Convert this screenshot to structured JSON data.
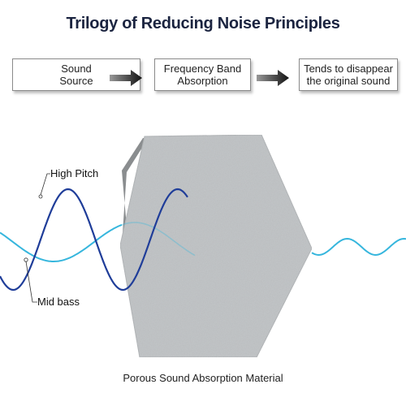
{
  "title": "Trilogy of Reducing Noise Principles",
  "steps": [
    {
      "text": "Sound\nSource"
    },
    {
      "text": "Frequency Band\nAbsorption"
    },
    {
      "text": "Tends to disappear\nthe original sound"
    }
  ],
  "labels": {
    "high_pitch": "High Pitch",
    "mid_bass": "Mid bass"
  },
  "caption": "Porous Sound Absorption Material",
  "colors": {
    "high_pitch_wave": "#1f3d99",
    "mid_bass_wave": "#36b6dd",
    "panel": "#b9bcbe",
    "title": "#1b2440"
  }
}
